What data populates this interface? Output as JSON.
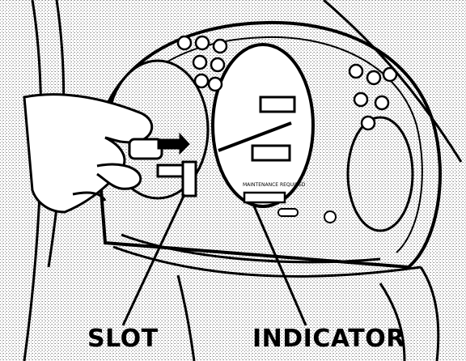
{
  "labels": {
    "slot": "SLOT",
    "indicator": "INDICATOR"
  },
  "panel_text": "MAINTENANCE REQUIRED",
  "colors": {
    "ink": "#000000",
    "paper": "#ffffff",
    "stipple": "#9a9a9a"
  }
}
